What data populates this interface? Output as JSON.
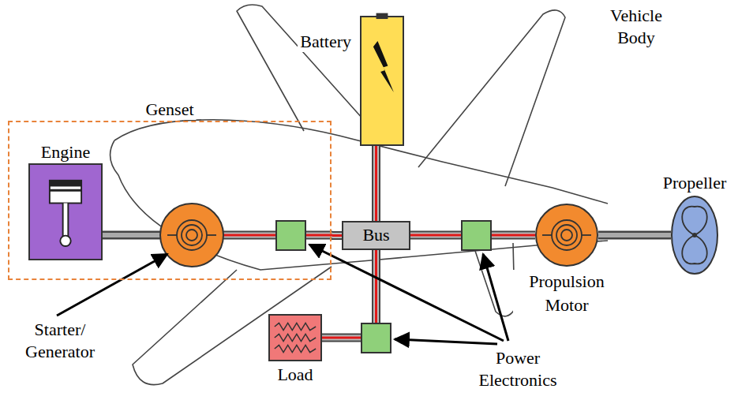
{
  "diagram": {
    "nodes": [
      {
        "text": [
          "Genset"
        ]
      },
      {
        "text": [
          "Engine"
        ],
        "in": 0
      },
      {
        "text": [
          "Battery"
        ]
      },
      {
        "text": [
          "Bus"
        ]
      },
      {
        "text": [
          "Propulsion Motor"
        ]
      },
      {
        "text": [
          "Propeller"
        ]
      },
      {
        "text": [
          "Load"
        ]
      }
    ],
    "edges": [
      {
        "from": 0,
        "to": 3,
        "arrow": "none"
      },
      {
        "from": 2,
        "to": 3,
        "arrow": "none"
      },
      {
        "from": 3,
        "to": 4,
        "arrow": "none"
      },
      {
        "from": 3,
        "to": 6,
        "arrow": "none"
      },
      {
        "from": 4,
        "to": 5,
        "arrow": "none"
      }
    ],
    "labels": [
      "Vehicle Body",
      "Starter/ Generator",
      "Power Electronics"
    ]
  }
}
